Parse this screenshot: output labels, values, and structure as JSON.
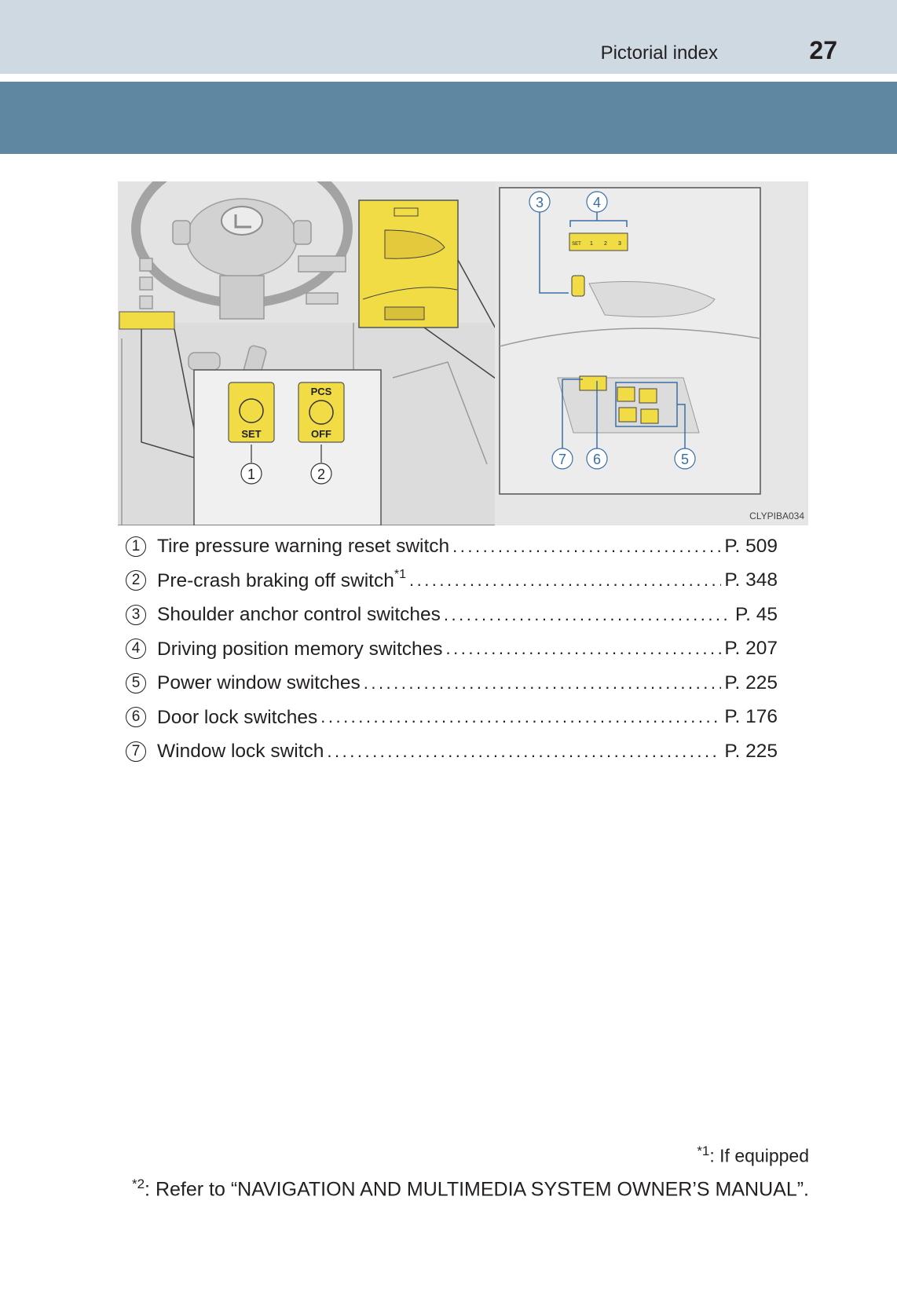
{
  "header": {
    "section_title": "Pictorial index",
    "page_number": "27"
  },
  "figure": {
    "image_code": "CLYPIBA034",
    "pcs_switch": {
      "top": "PCS",
      "bottom": "OFF"
    },
    "tire_switch": {
      "bottom": "SET"
    },
    "memory_labels": [
      "SET",
      "1",
      "2",
      "3"
    ],
    "callouts": [
      "1",
      "2",
      "3",
      "4",
      "5",
      "6",
      "7"
    ]
  },
  "legend": [
    {
      "num": "1",
      "label": "Tire pressure warning reset switch",
      "sup": "",
      "page": "P. 509"
    },
    {
      "num": "2",
      "label": "Pre-crash braking off switch",
      "sup": "*1",
      "page": "P. 348"
    },
    {
      "num": "3",
      "label": "Shoulder anchor control switches",
      "sup": "",
      "page": "P. 45"
    },
    {
      "num": "4",
      "label": "Driving position memory switches",
      "sup": "",
      "page": "P. 207"
    },
    {
      "num": "5",
      "label": "Power window switches",
      "sup": "",
      "page": "P. 225"
    },
    {
      "num": "6",
      "label": "Door lock switches",
      "sup": "",
      "page": "P. 176"
    },
    {
      "num": "7",
      "label": "Window lock switch",
      "sup": "",
      "page": "P. 225"
    }
  ],
  "footnotes": {
    "note1_mark": "*1",
    "note1_text": ": If equipped",
    "note2_mark": "*2",
    "note2_text": ": Refer to “NAVIGATION AND MULTIMEDIA SYSTEM OWNER’S MANUAL”."
  },
  "colors": {
    "header_band": "#cfd9e2",
    "blue_band": "#5f87a2",
    "highlight_yellow": "#f2dc45"
  }
}
